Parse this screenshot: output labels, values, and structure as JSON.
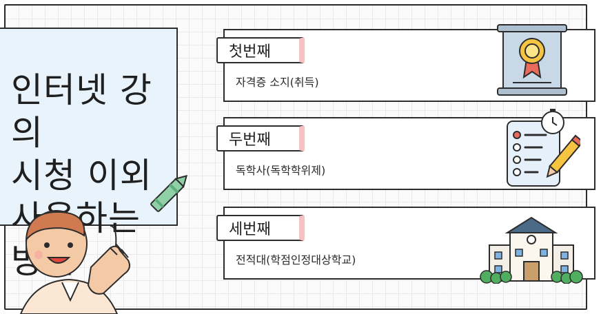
{
  "title": {
    "lines": "인터넷 강의\n시청 이외\n사용하는\n방법"
  },
  "cards": [
    {
      "tab": "첫번째",
      "desc": "자격증 소지(취득)",
      "icon": "certificate-icon"
    },
    {
      "tab": "두번째",
      "desc": "독학사(독학학위제)",
      "icon": "checklist-clock-icon"
    },
    {
      "tab": "세번째",
      "desc": "전적대(학점인정대상학교)",
      "icon": "school-building-icon"
    }
  ],
  "colors": {
    "title_bg": "#e8f3fb",
    "tab_accent": "#f6c1c1",
    "crayon": "#8fd0a6",
    "character_skin": "#f4c9a6",
    "character_hair": "#d07a52"
  }
}
